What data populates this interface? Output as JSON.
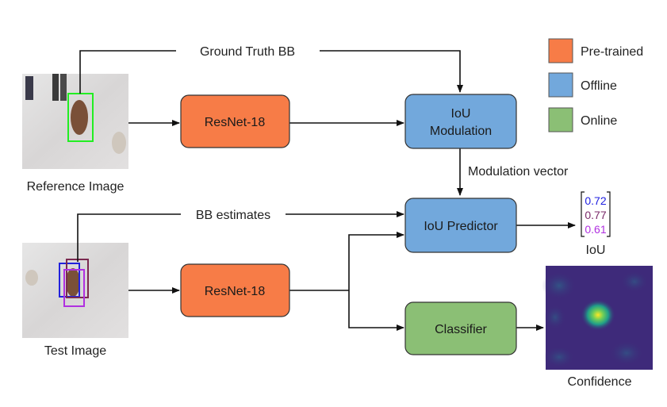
{
  "inputs": {
    "reference_caption": "Reference Image",
    "test_caption": "Test Image"
  },
  "edges": {
    "ground_truth": "Ground Truth BB",
    "bb_estimates": "BB estimates",
    "modulation_vector": "Modulation vector"
  },
  "modules": {
    "resnet_top": "ResNet-18",
    "resnet_bottom": "ResNet-18",
    "iou_modulation_line1": "IoU",
    "iou_modulation_line2": "Modulation",
    "iou_predictor": "IoU Predictor",
    "classifier": "Classifier"
  },
  "outputs": {
    "iou_values": [
      "0.72",
      "0.77",
      "0.61"
    ],
    "iou_caption": "IoU",
    "confidence_caption": "Confidence"
  },
  "legend": [
    {
      "label": "Pre-trained",
      "color": "#f77c47"
    },
    {
      "label": "Offline",
      "color": "#72a8dc"
    },
    {
      "label": "Online",
      "color": "#8bbf75"
    }
  ],
  "colors": {
    "pretrained": "#f77c47",
    "offline": "#72a8dc",
    "online": "#8bbf75",
    "gt_box": "#22ee22",
    "iou_val_1": "#2020e0",
    "iou_val_2": "#7a2a6a",
    "iou_val_3": "#b030e0"
  }
}
